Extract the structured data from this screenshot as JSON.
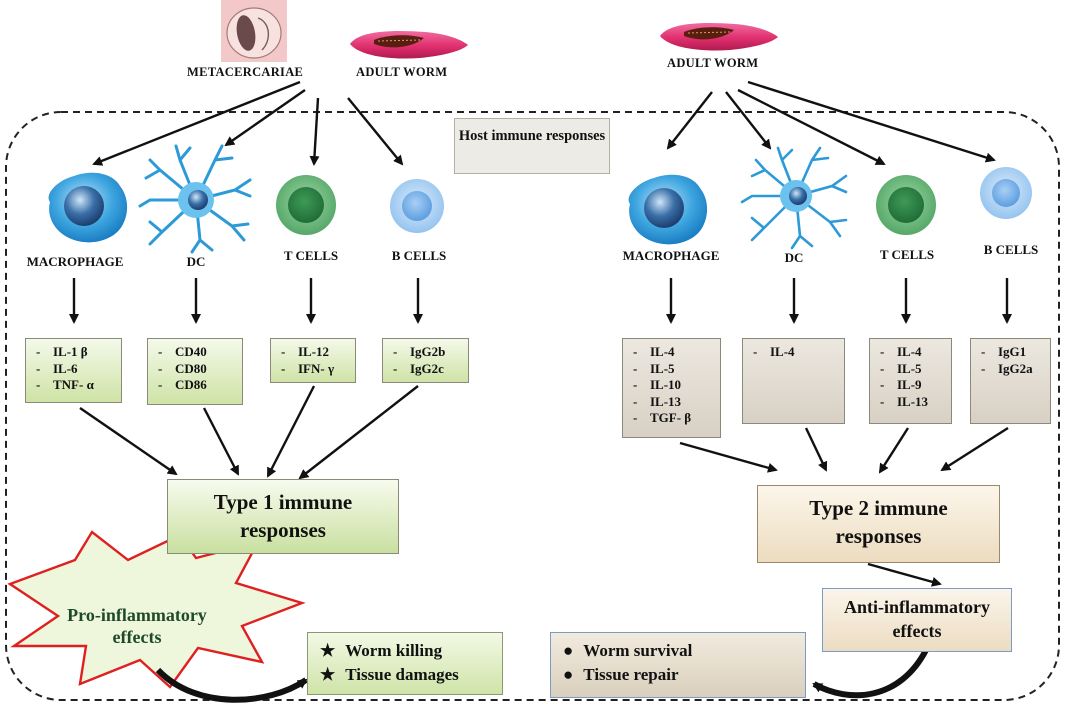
{
  "title": "",
  "host_label": "Host immune responses",
  "colors": {
    "worm_body": "#e0306e",
    "worm_gut": "#5a1e10",
    "cell_blue": "#2b8fd0",
    "t_cell": "#3f9a58",
    "b_cell": "#5a9ee0",
    "burst_outline": "#e02020",
    "burst_fill": "#eef7dc"
  },
  "organisms": {
    "metacercariae": "METACERCARIAE",
    "adult_worm_left": "ADULT  WORM",
    "adult_worm_right": "ADULT  WORM"
  },
  "left": {
    "cells": {
      "macrophage": "MACROPHAGE",
      "dc": "DC",
      "t_cells": "T CELLS",
      "b_cells": "B CELLS"
    },
    "markers": {
      "macrophage": [
        "IL-1 β",
        "IL-6",
        "TNF- α"
      ],
      "dc": [
        "CD40",
        "CD80",
        "CD86"
      ],
      "t_cells": [
        "IL-12",
        "IFN- γ"
      ],
      "b_cells": [
        "IgG2b",
        "IgG2c"
      ]
    },
    "response_line1": "Type 1 immune",
    "response_line2": "responses",
    "effect_line1": "Pro-inflammatory",
    "effect_line2": "effects",
    "outcomes": [
      "Worm killing",
      "Tissue damages"
    ],
    "outcome_bullet": "★"
  },
  "right": {
    "cells": {
      "macrophage": "MACROPHAGE",
      "dc": "DC",
      "t_cells": "T CELLS",
      "b_cells": "B CELLS"
    },
    "markers": {
      "macrophage": [
        "IL-4",
        "IL-5",
        "IL-10",
        "IL-13",
        "TGF- β"
      ],
      "dc": [
        "IL-4"
      ],
      "t_cells": [
        "IL-4",
        "IL-5",
        "IL-9",
        "IL-13"
      ],
      "b_cells": [
        "IgG1",
        "IgG2a"
      ]
    },
    "response_line1": "Type 2 immune",
    "response_line2": "responses",
    "effect_line1": "Anti-inflammatory",
    "effect_line2": "effects",
    "outcomes": [
      "Worm survival",
      "Tissue repair"
    ],
    "outcome_bullet": "●"
  }
}
